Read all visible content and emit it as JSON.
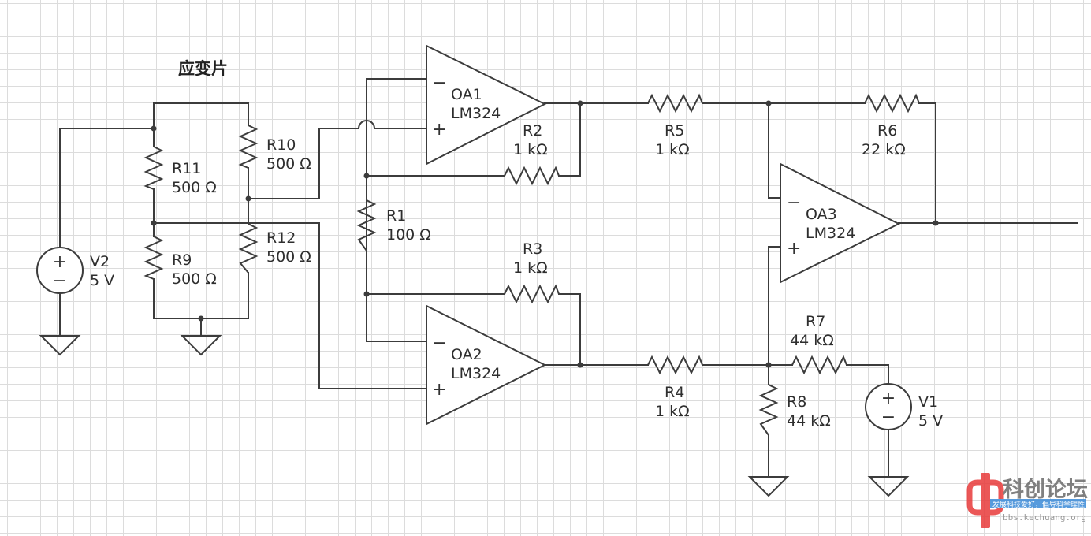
{
  "title": "应变片",
  "components": {
    "V2": {
      "name": "V2",
      "value": "5 V"
    },
    "V1": {
      "name": "V1",
      "value": "5 V"
    },
    "R9": {
      "name": "R9",
      "value": "500 Ω"
    },
    "R10": {
      "name": "R10",
      "value": "500 Ω"
    },
    "R11": {
      "name": "R11",
      "value": "500 Ω"
    },
    "R12": {
      "name": "R12",
      "value": "500 Ω"
    },
    "R1": {
      "name": "R1",
      "value": "100 Ω"
    },
    "R2": {
      "name": "R2",
      "value": "1 kΩ"
    },
    "R3": {
      "name": "R3",
      "value": "1 kΩ"
    },
    "R4": {
      "name": "R4",
      "value": "1 kΩ"
    },
    "R5": {
      "name": "R5",
      "value": "1 kΩ"
    },
    "R6": {
      "name": "R6",
      "value": "22 kΩ"
    },
    "R7": {
      "name": "R7",
      "value": "44 kΩ"
    },
    "R8": {
      "name": "R8",
      "value": "44 kΩ"
    },
    "OA1": {
      "name": "OA1",
      "model": "LM324"
    },
    "OA2": {
      "name": "OA2",
      "model": "LM324"
    },
    "OA3": {
      "name": "OA3",
      "model": "LM324"
    }
  },
  "symbols": {
    "minus": "−",
    "plus": "+"
  },
  "watermark": {
    "logo_icon": "kechuang-logo-icon",
    "title": "科创论坛",
    "tagline": "发展科技爱好，倡导科学理性",
    "url": "bbs.kechuang.org",
    "colors": {
      "logo": "#e83a3a",
      "tag_bg": "#3a8ad8"
    }
  },
  "colors": {
    "wire": "#3c3c3c",
    "grid": "#dcdcdc",
    "background": "#ffffff"
  }
}
